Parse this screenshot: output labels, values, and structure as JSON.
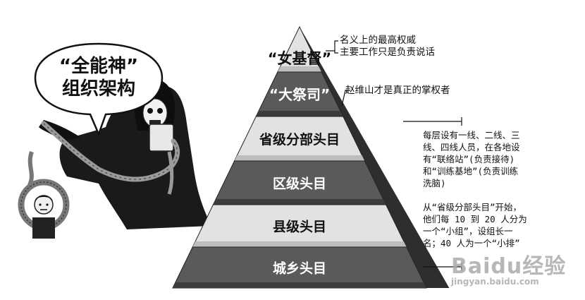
{
  "diagram": {
    "speech_bubble": {
      "line1": "“全能神”",
      "line2": "组织架构"
    },
    "tiers": [
      {
        "label": "“女基督”"
      },
      {
        "label": "“大祭司”"
      },
      {
        "label": "省级分部头目"
      },
      {
        "label": "区级头目"
      },
      {
        "label": "县级头目"
      },
      {
        "label": "城乡头目"
      }
    ],
    "annotations": {
      "top": [
        "名义上的最高权威",
        "主要工作只是负责说话"
      ],
      "second": [
        "赵维山才是真正的掌权者"
      ],
      "lines_info": [
        "每层设有一线、二线、三",
        "线、四线人员，在各地设",
        "有“联络站”(负责接待)",
        "和“训练基地”(负责训练",
        "洗脑)"
      ],
      "group_info": [
        "从“省级分部头目”开始，",
        "他们每 10 到 20 人分为",
        "一个“小组”，设组长一",
        "名；40 人为一个“小排”"
      ]
    }
  },
  "watermark": {
    "brand": "Baidu经验",
    "sub": "jingyan.baidu.com"
  },
  "colors": {
    "tier_light": "#e2e2e2",
    "tier_dark": "#5a5a5a",
    "pyramid_side": "#2e2e2e",
    "robe": "#1a1a1a"
  }
}
